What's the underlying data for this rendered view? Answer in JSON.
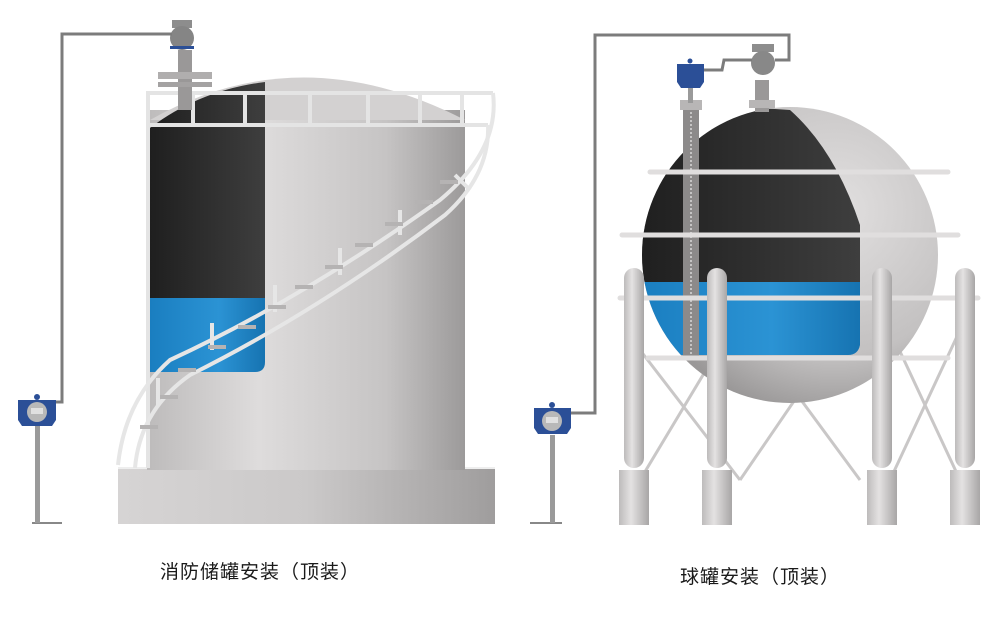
{
  "captions": {
    "left": "消防储罐安装（顶装）",
    "right": "球罐安装（顶装）"
  },
  "colors": {
    "tank_shell": "#cfcdcd",
    "tank_shade": "#a9a7a7",
    "interior_dark": "#2b2b2b",
    "liquid_blue": "#1e86c8",
    "railing": "#e2e2e2",
    "pipe": "#7a7a7a",
    "detector_blue": "#2b4f97",
    "transmitter_grey": "#8a8a8a"
  },
  "diagrams": [
    {
      "name": "cylindrical-fire-water-tank",
      "caption_key": "left",
      "components": [
        "gas-detector",
        "signal-pipe",
        "top-mounted-level-transmitter",
        "flange-nozzle",
        "dome-roof",
        "top-railing",
        "spiral-staircase",
        "cutaway-interior",
        "liquid-level",
        "concrete-base"
      ]
    },
    {
      "name": "spherical-tank",
      "caption_key": "right",
      "components": [
        "gas-detector",
        "signal-pipe",
        "top-mounted-level-transmitter",
        "guided-wave-probe-nozzle",
        "stilling-well",
        "sphere-shell",
        "cutaway-interior",
        "liquid-level",
        "support-legs",
        "cross-bracing",
        "ring-railings"
      ]
    }
  ]
}
